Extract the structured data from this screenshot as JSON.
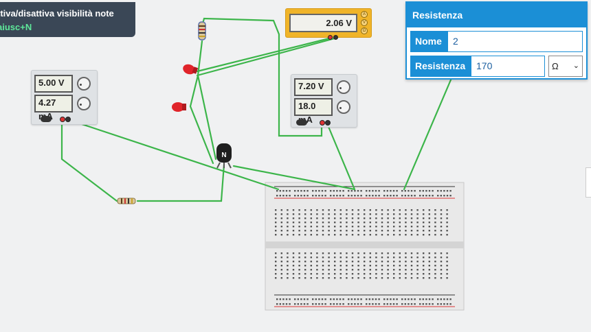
{
  "tooltip": {
    "line1": "ttiva/disattiva visibilità note",
    "line2": "aiusc+N"
  },
  "supply_left": {
    "voltage": "5.00 V",
    "current": "4.27 mA"
  },
  "supply_right": {
    "voltage": "7.20 V",
    "current": "18.0 mA"
  },
  "multimeter": {
    "reading": "2.06 V",
    "buttons": [
      "A",
      "V",
      "Ω"
    ]
  },
  "properties": {
    "title": "Resistenza",
    "name_label": "Nome",
    "name_value": "2",
    "resistance_label": "Resistenza",
    "resistance_value": "170",
    "unit": "Ω"
  },
  "transistor": {
    "label": "N"
  },
  "colors": {
    "accent": "#1b8fd6",
    "wire": "#3cb54a",
    "meter": "#f0b429",
    "led": "#e0242a"
  }
}
